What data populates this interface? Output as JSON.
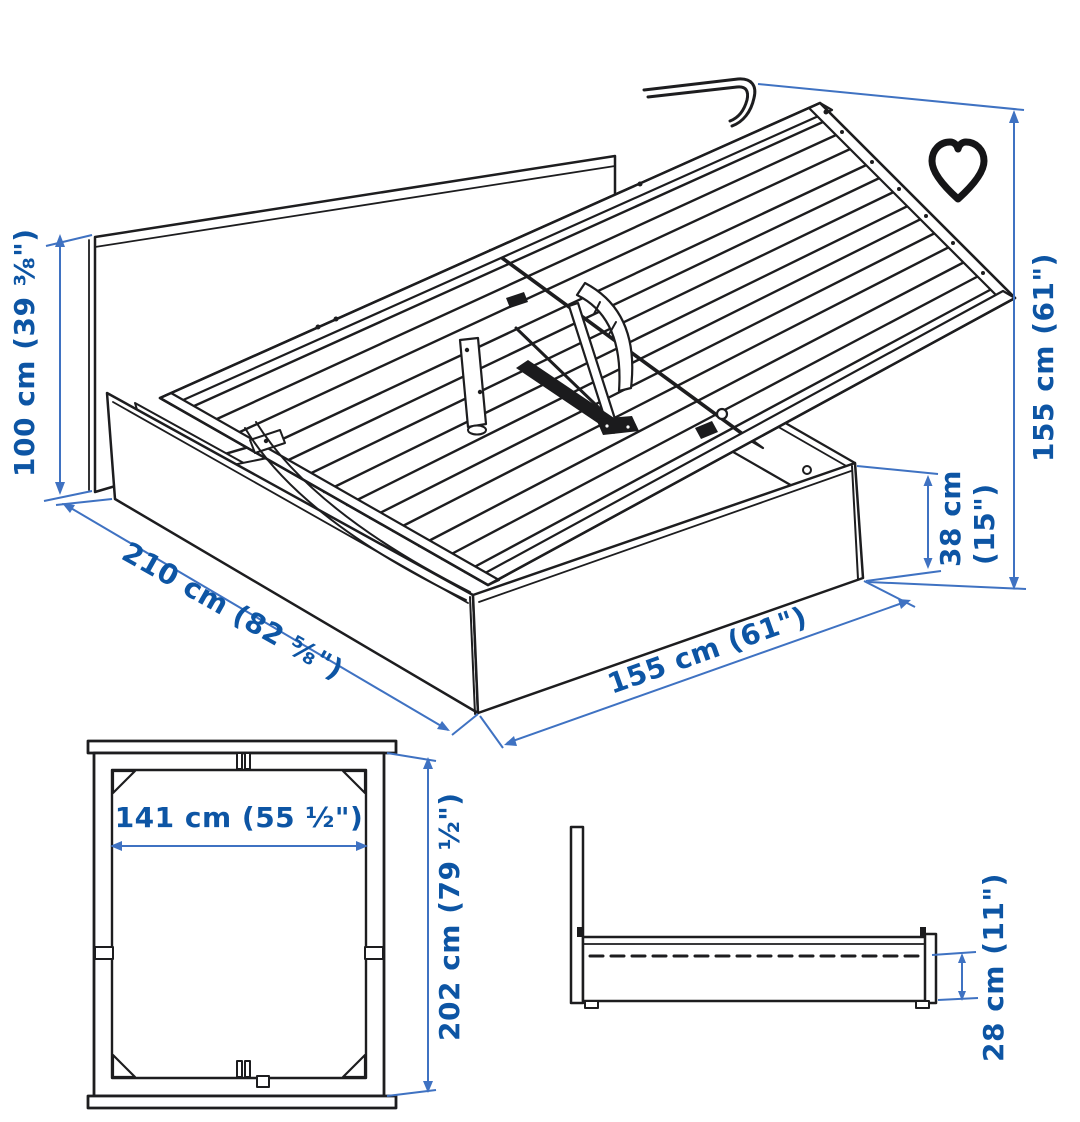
{
  "product_diagram": {
    "type": "storage-bed-dimension-drawing",
    "colors": {
      "dimension_text": "#0d55a4",
      "dimension_line": "#3f72c2",
      "drawing_line": "#1d1d1f",
      "background": "#ffffff"
    },
    "main_view": {
      "height_open": "100 cm (39 ⅜\")",
      "length": "210 cm (82 ⅝\")",
      "width": "155 cm (61\")",
      "height_open_right": "155 cm (61\")",
      "box_height_line1": "38 cm",
      "box_height_line2": "(15\")"
    },
    "top_view": {
      "inner_width": "141 cm (55 ½\")",
      "outer_length": "202 cm (79 ½\")"
    },
    "side_view": {
      "storage_depth": "28 cm (11\")"
    },
    "favorite": {
      "icon": "heart-outline"
    }
  }
}
